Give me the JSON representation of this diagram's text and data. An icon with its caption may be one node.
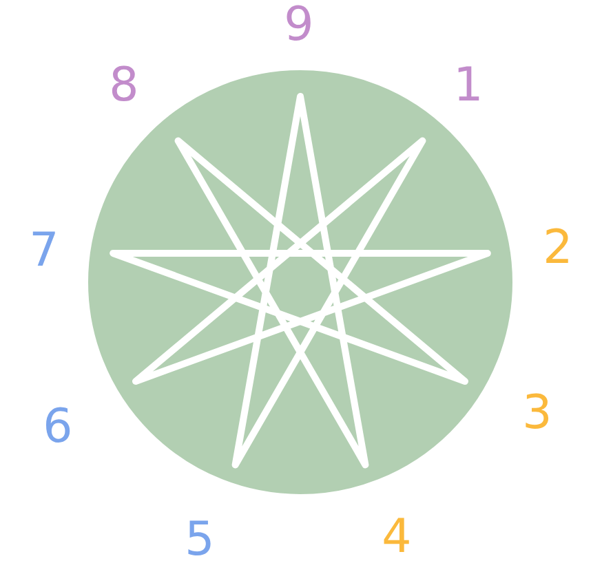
{
  "diagram": {
    "labels": [
      "9",
      "8",
      "1",
      "7",
      "2",
      "6",
      "3",
      "5",
      "4"
    ]
  }
}
